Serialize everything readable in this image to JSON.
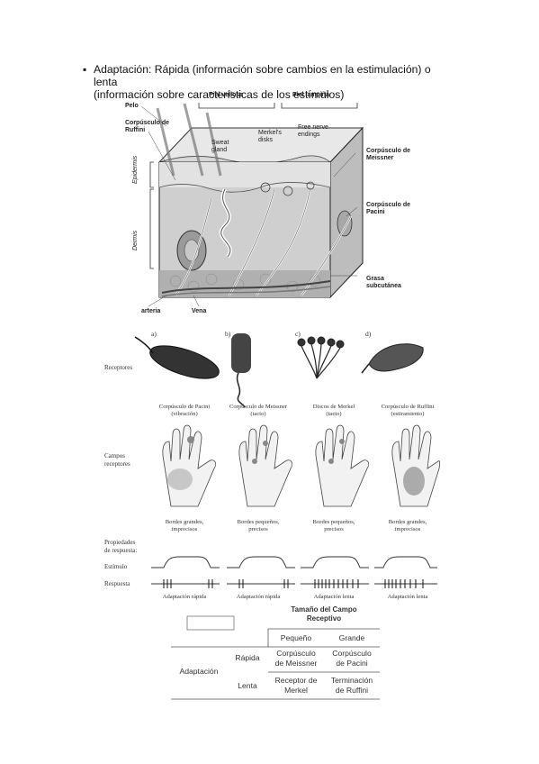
{
  "bullet": {
    "line1": "Adaptación: Rápida (información sobre cambios en la estimulación) o lenta",
    "line2": "(información sobre características de los estímulos)"
  },
  "skin_diagram": {
    "piel_vellosa": "Piel vellosa",
    "piel_lampina": "Piel lampiña",
    "pelo": "Pelo",
    "ruffini_1": "Corpúsculo de",
    "ruffini_2": "Ruffini",
    "sweat_1": "Sweat",
    "sweat_2": "gland",
    "merkel_1": "Merkel's",
    "merkel_2": "disks",
    "free_1": "Free nerve",
    "free_2": "endings",
    "meissner_1": "Corpúsculo de",
    "meissner_2": "Meissner",
    "pacini_1": "Corpúsculo de",
    "pacini_2": "Pacini",
    "epidermis": "Epidermis",
    "dermis": "Dermis",
    "grasa_1": "Grasa",
    "grasa_2": "subcutánea",
    "arteria": "arteria",
    "vena": "Vena"
  },
  "receptor_figure": {
    "panel_letters": [
      "a)",
      "b)",
      "c)",
      "d)"
    ],
    "row_receptores": "Receptores",
    "row_campos_1": "Campos",
    "row_campos_2": "receptores",
    "row_props_1": "Propiedades",
    "row_props_2": "de respuesta:",
    "row_estimulo": "Estímulo",
    "row_respuesta": "Respuesta",
    "captions": [
      {
        "name": "Corpúsculo de Pacini",
        "sub": "(vibración)"
      },
      {
        "name": "Corpúsculo de Meissner",
        "sub": "(tacto)"
      },
      {
        "name": "Discos de Merkel",
        "sub": "(tacto)"
      },
      {
        "name": "Corpúsculo de Ruffini",
        "sub": "(estiramiento)"
      }
    ],
    "fields": [
      {
        "l1": "Bordes grandes,",
        "l2": "imprecisos"
      },
      {
        "l1": "Bordes pequeños,",
        "l2": "precisos"
      },
      {
        "l1": "Bordes pequeños,",
        "l2": "precisos"
      },
      {
        "l1": "Bordes grandes,",
        "l2": "imprecisos"
      }
    ],
    "adaptations": [
      "Adaptación rápida",
      "Adaptación rápida",
      "Adaptación lenta",
      "Adaptación lenta"
    ]
  },
  "table": {
    "header_1": "Tamaño del Campo",
    "header_2": "Receptivo",
    "col_small": "Pequeño",
    "col_large": "Grande",
    "row_group": "Adaptación",
    "row_fast": "Rápida",
    "row_slow": "Lenta",
    "c_fast_small_1": "Corpúsculo",
    "c_fast_small_2": "de Meissner",
    "c_fast_large_1": "Corpúsculo",
    "c_fast_large_2": "de Pacini",
    "c_slow_small_1": "Receptor de",
    "c_slow_small_2": "Merkel",
    "c_slow_large_1": "Terminación",
    "c_slow_large_2": "de Ruffini"
  }
}
